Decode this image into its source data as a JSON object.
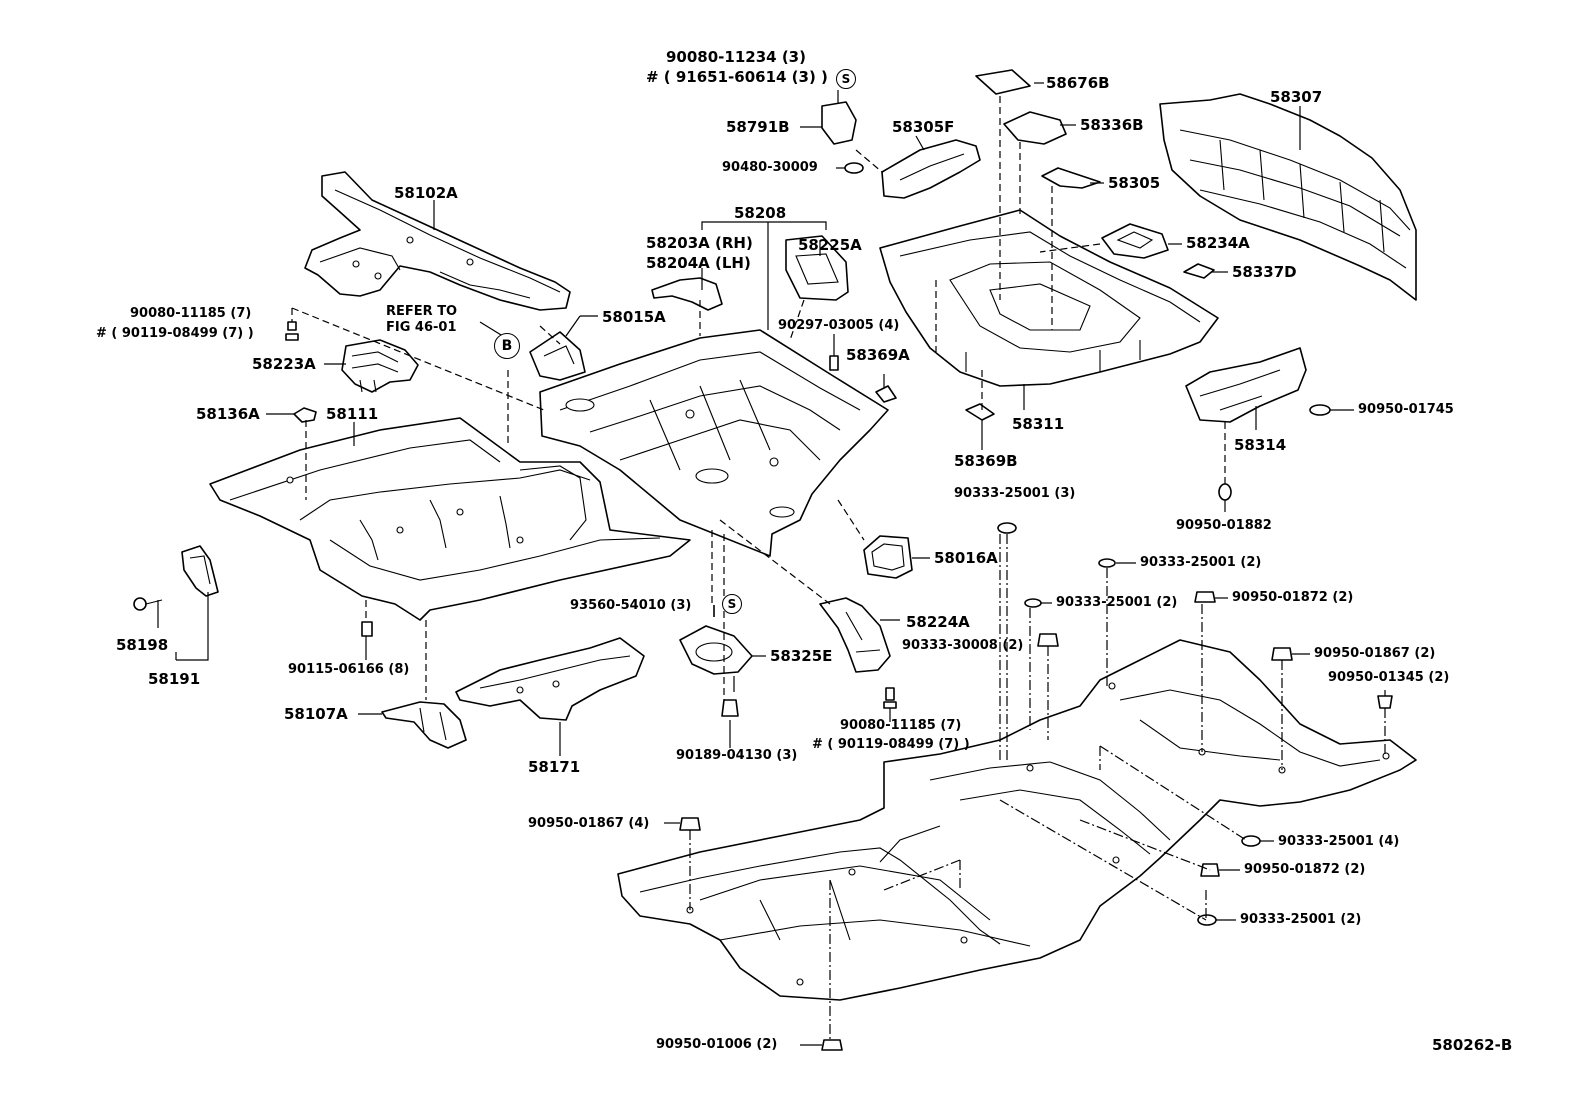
{
  "diagram_id": "580262-B",
  "markers": {
    "s": "S",
    "b": "B"
  },
  "labels": {
    "l01": "90080-11234 (3)",
    "l02": "# ( 91651-60614 (3) )",
    "l03": "58676B",
    "l04": "58791B",
    "l05": "58305F",
    "l06": "58336B",
    "l07": "58307",
    "l08": "90480-30009",
    "l09": "58305",
    "l10": "58102A",
    "l11": "58208",
    "l12": "58203A (RH)",
    "l13": "58204A (LH)",
    "l14": "58225A",
    "l15": "58234A",
    "l16": "58337D",
    "l17": "90080-11185 (7)",
    "l18": "# ( 90119-08499 (7) )",
    "l19": "REFER TO",
    "l20": "FIG 46-01",
    "l21": "58015A",
    "l22": "90297-03005 (4)",
    "l23": "58223A",
    "l24": "58369A",
    "l25": "58136A",
    "l26": "58111",
    "l27": "58311",
    "l28": "58314",
    "l29": "90950-01745",
    "l30": "58369B",
    "l31": "90333-25001 (3)",
    "l32": "90950-01882",
    "l33": "58016A",
    "l34": "90333-25001 (2)",
    "l35": "93560-54010 (3)",
    "l36": "58224A",
    "l37": "90333-25001 (2)",
    "l38": "90950-01872 (2)",
    "l39": "58198",
    "l40": "58325E",
    "l41": "90333-30008 (2)",
    "l42": "90950-01867 (2)",
    "l43": "58191",
    "l44": "90115-06166 (8)",
    "l45": "90950-01345 (2)",
    "l46": "58107A",
    "l47": "90080-11185 (7)",
    "l48": "# ( 90119-08499 (7) )",
    "l49": "58171",
    "l50": "90189-04130 (3)",
    "l51": "90950-01867 (4)",
    "l52": "90333-25001 (4)",
    "l53": "90950-01872 (2)",
    "l54": "90333-25001 (2)",
    "l55": "90950-01006 (2)"
  }
}
